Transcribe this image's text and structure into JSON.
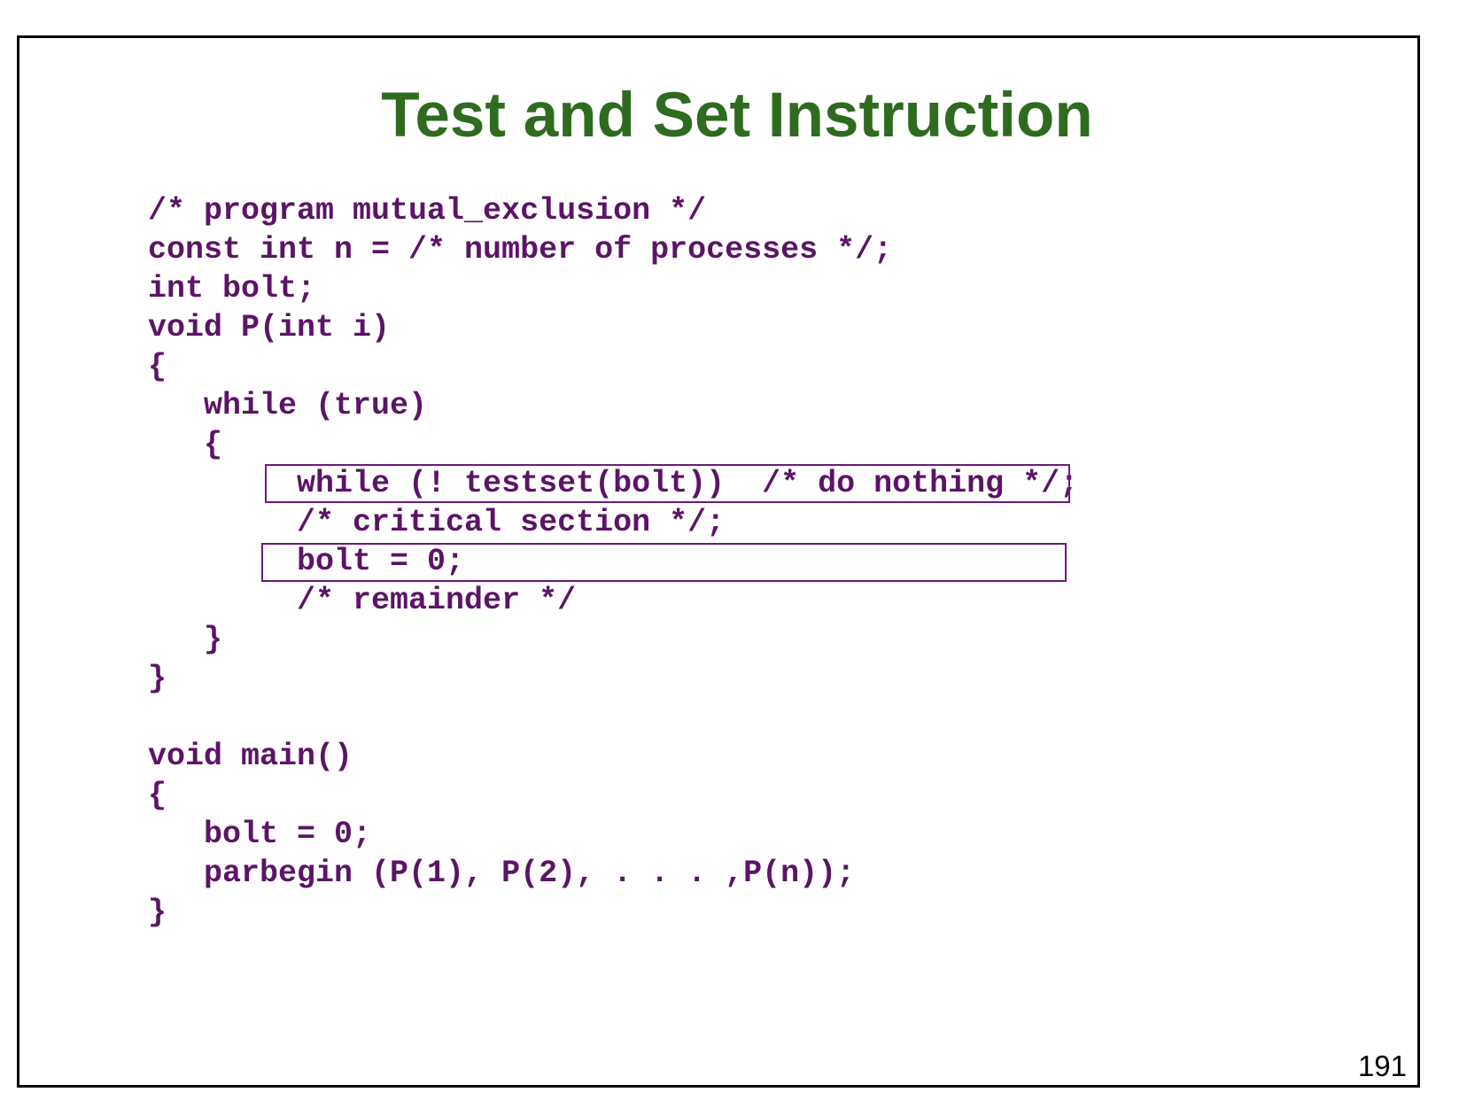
{
  "slide": {
    "title": "Test and Set Instruction",
    "page_number": "191",
    "code_lines": [
      "/* program mutual_exclusion */",
      "const int n = /* number of processes */;",
      "int bolt;",
      "void P(int i)",
      "{",
      "   while (true)",
      "   {",
      "        while (! testset(bolt))  /* do nothing */;",
      "        /* critical section */;",
      "        bolt = 0;",
      "        /* remainder */",
      "   }",
      "}",
      "",
      "void main()",
      "{",
      "   bolt = 0;",
      "   parbegin (P(1), P(2), . . . ,P(n));",
      "}"
    ]
  },
  "colors": {
    "title": "#2f6b1e",
    "code": "#5b1466",
    "highlight_border": "#6a1b7a",
    "frame": "#000000"
  }
}
